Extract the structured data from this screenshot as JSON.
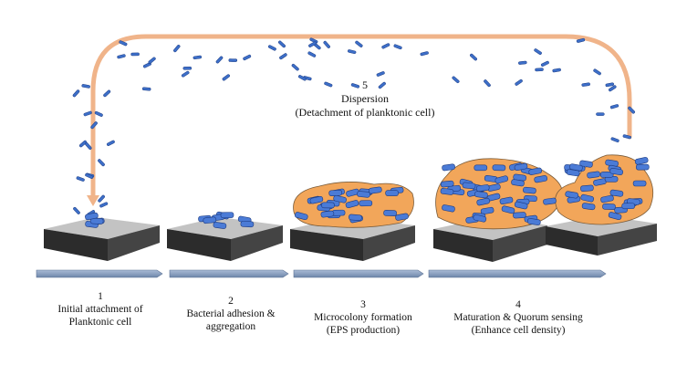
{
  "dispersion": {
    "number": "5",
    "title": "Dispersion",
    "subtitle": "(Detachment of planktonic cell)"
  },
  "stages": [
    {
      "number": "1",
      "line1": "Initial attachment of",
      "line2": "Planktonic cell"
    },
    {
      "number": "2",
      "line1": "Bacterial adhesion &",
      "line2": "aggregation"
    },
    {
      "number": "3",
      "line1": "Microcolony  formation",
      "line2": "(EPS production)"
    },
    {
      "number": "4",
      "line1": "Maturation & Quorum sensing",
      "line2": "(Enhance cell density)"
    }
  ],
  "colors": {
    "arrow": "#f0b48a",
    "eps": "#f2a65a",
    "cell": "#3d6fc9",
    "surface_top": "#c3c3c3",
    "surface_side": "#333333",
    "timeline": "#8fa3c0"
  }
}
